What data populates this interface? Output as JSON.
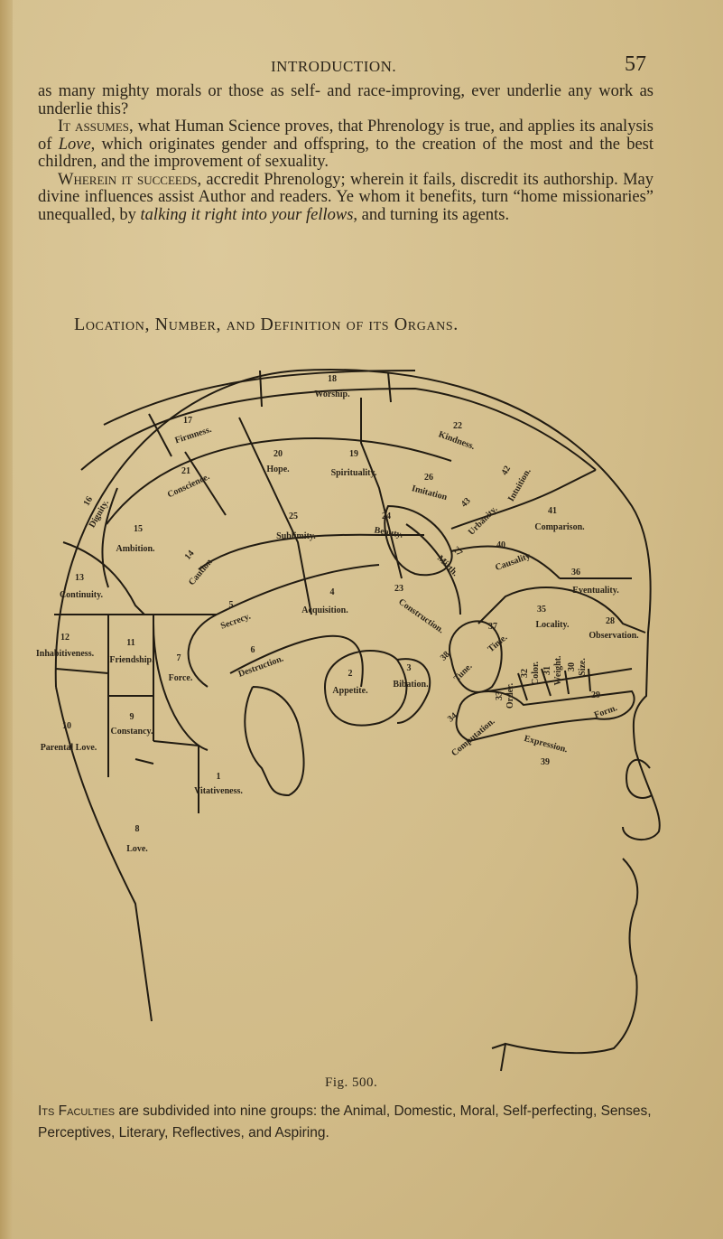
{
  "header": {
    "title": "INTRODUCTION.",
    "page_number": "57"
  },
  "body": {
    "p1": "as many mighty morals or those as self- and race-improving, ever underlie any work as underlie this?",
    "p2_lead": "It assumes,",
    "p2_a": " what Human Science proves, that Phrenology is true, and applies its analysis of ",
    "p2_em": "Love",
    "p2_b": ", which originates gender and offspring, to the creation of the most and the best children, and the improvement of sexuality.",
    "p3_lead": "Wherein it succeeds,",
    "p3_a": " accredit Phrenology; wherein it fails, discredit its authorship. May divine influences assist Author and readers. Ye whom it benefits, turn “home missionaries” unequalled, by ",
    "p3_em": "talking it right into your fellows",
    "p3_b": ", and turning its agents."
  },
  "section_heading": "Location, Number, and Definition of its Organs.",
  "diagram": {
    "organs": [
      {
        "num": "18",
        "name": "Worship."
      },
      {
        "num": "17",
        "name": "Firmness."
      },
      {
        "num": "20",
        "name": "Hope."
      },
      {
        "num": "19",
        "name": "Spirituality."
      },
      {
        "num": "21",
        "name": "Conscience."
      },
      {
        "num": "16",
        "name": "Dignity."
      },
      {
        "num": "15",
        "name": "Ambition."
      },
      {
        "num": "25",
        "name": "Sublimity."
      },
      {
        "num": "24",
        "name": "Beauty."
      },
      {
        "num": "14",
        "name": "Caution."
      },
      {
        "num": "13",
        "name": "Continuity."
      },
      {
        "num": "22",
        "name": "Kindness."
      },
      {
        "num": "42",
        "name": "Intuition."
      },
      {
        "num": "26",
        "name": "Imitation"
      },
      {
        "num": "43",
        "name": "Urbanity."
      },
      {
        "num": "41",
        "name": "Comparison."
      },
      {
        "num": "27",
        "name": "Mirth."
      },
      {
        "num": "40",
        "name": "Causality."
      },
      {
        "num": "36",
        "name": "Eventuality."
      },
      {
        "num": "5",
        "name": "Secrecy."
      },
      {
        "num": "4",
        "name": "Acquisition."
      },
      {
        "num": "23",
        "name": "Construction."
      },
      {
        "num": "35",
        "name": "Locality."
      },
      {
        "num": "37",
        "name": "Time."
      },
      {
        "num": "28",
        "name": "Observation."
      },
      {
        "num": "12",
        "name": "Inhabitiveness."
      },
      {
        "num": "11",
        "name": "Friendship."
      },
      {
        "num": "7",
        "name": "Force."
      },
      {
        "num": "6",
        "name": "Destruction."
      },
      {
        "num": "2",
        "name": "Appetite."
      },
      {
        "num": "3",
        "name": "Bibation."
      },
      {
        "num": "38",
        "name": "Tune."
      },
      {
        "num": "32",
        "name": "Color."
      },
      {
        "num": "31",
        "name": "Weight."
      },
      {
        "num": "30",
        "name": "Size."
      },
      {
        "num": "33",
        "name": "Order."
      },
      {
        "num": "29",
        "name": "Form."
      },
      {
        "num": "34",
        "name": "Computation."
      },
      {
        "num": "39",
        "name": "Expression."
      },
      {
        "num": "10",
        "name": "Parental Love."
      },
      {
        "num": "9",
        "name": "Constancy."
      },
      {
        "num": "1",
        "name": "Vitativeness."
      },
      {
        "num": "8",
        "name": "Love."
      }
    ]
  },
  "figure_caption": "Fig. 500.",
  "caption": {
    "lead": "Its Faculties",
    "text": " are subdivided into nine groups: the Animal, Domestic, Moral, Self-perfecting, Senses, Perceptives, Literary, Reflectives, and Aspiring."
  }
}
